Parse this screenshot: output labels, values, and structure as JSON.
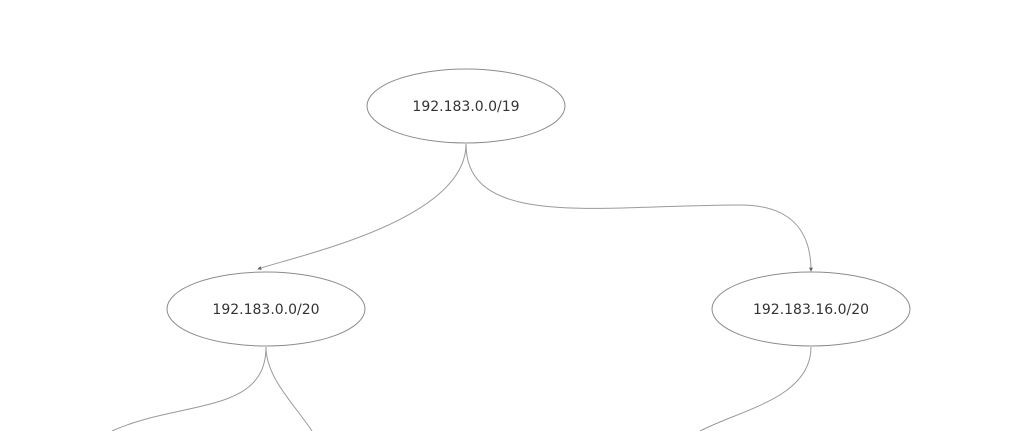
{
  "tree": {
    "root": {
      "label": "192.183.0.0/19"
    },
    "left_child": {
      "label": "192.183.0.0/20"
    },
    "right_child": {
      "label": "192.183.16.0/20"
    }
  },
  "colors": {
    "background": "#ffffff",
    "edge": "#9a9a9a",
    "node_border": "#8c8c8c",
    "text": "#333333"
  }
}
